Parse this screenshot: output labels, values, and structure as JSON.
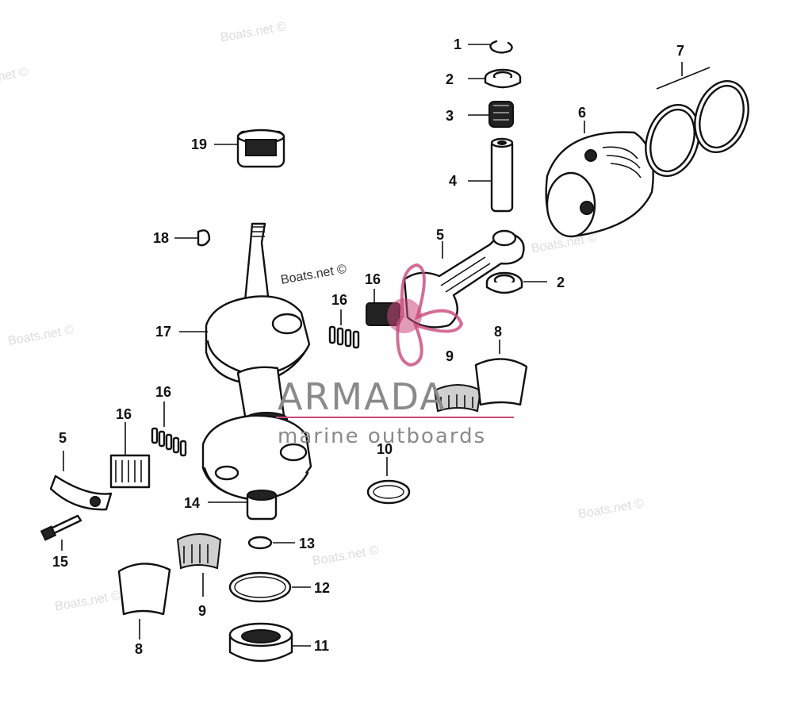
{
  "watermarks": {
    "site": "Boats.net ©",
    "site_inline": "Boats.net ©"
  },
  "brand": {
    "name": "ARMADA",
    "tagline": "marine outboards",
    "accent_color": "#c8487a"
  },
  "callouts": [
    {
      "id": "c1",
      "text": "1"
    },
    {
      "id": "c2a",
      "text": "2"
    },
    {
      "id": "c3",
      "text": "3"
    },
    {
      "id": "c4",
      "text": "4"
    },
    {
      "id": "c5a",
      "text": "5"
    },
    {
      "id": "c2b",
      "text": "2"
    },
    {
      "id": "c6",
      "text": "6"
    },
    {
      "id": "c7",
      "text": "7"
    },
    {
      "id": "c8a",
      "text": "8"
    },
    {
      "id": "c9a",
      "text": "9"
    },
    {
      "id": "c10",
      "text": "10"
    },
    {
      "id": "c11",
      "text": "11"
    },
    {
      "id": "c12",
      "text": "12"
    },
    {
      "id": "c13",
      "text": "13"
    },
    {
      "id": "c14",
      "text": "14"
    },
    {
      "id": "c15",
      "text": "15"
    },
    {
      "id": "c16a",
      "text": "16"
    },
    {
      "id": "c16b",
      "text": "16"
    },
    {
      "id": "c16c",
      "text": "16"
    },
    {
      "id": "c16d",
      "text": "16"
    },
    {
      "id": "c5b",
      "text": "5"
    },
    {
      "id": "c17",
      "text": "17"
    },
    {
      "id": "c18",
      "text": "18"
    },
    {
      "id": "c19",
      "text": "19"
    },
    {
      "id": "c8b",
      "text": "8"
    },
    {
      "id": "c9b",
      "text": "9"
    }
  ]
}
